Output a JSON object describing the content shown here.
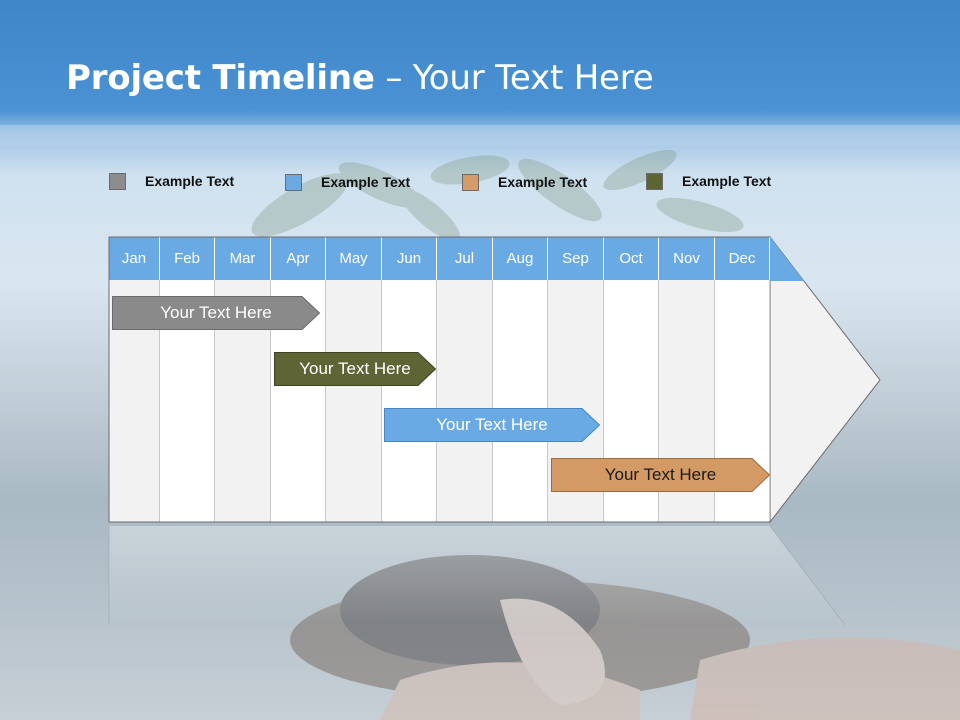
{
  "title": {
    "bold": "Project Timeline",
    "rest": " – Your Text Here"
  },
  "legend": [
    {
      "label": "Example Text",
      "color": "#8c8c8c"
    },
    {
      "label": "Example Text",
      "color": "#6aa9e1"
    },
    {
      "label": "Example Text",
      "color": "#d59b6a"
    },
    {
      "label": "Example Text",
      "color": "#5c6432"
    }
  ],
  "months": [
    "Jan",
    "Feb",
    "Mar",
    "Apr",
    "May",
    "Jun",
    "Jul",
    "Aug",
    "Sep",
    "Oct",
    "Nov",
    "Dec"
  ],
  "bars": [
    {
      "label": "Your  Text Here",
      "color": "#8a8a8a",
      "text_color": "#ffffff"
    },
    {
      "label": "Your  Text Here",
      "color": "#5f6434",
      "text_color": "#ffffff"
    },
    {
      "label": "Your  Text Here",
      "color": "#6aaae4",
      "text_color": "#ffffff"
    },
    {
      "label": "Your  Text Here",
      "color": "#d39a66",
      "text_color": "#1a1a1a"
    }
  ],
  "colors": {
    "header": "#6aaae4",
    "column_light": "#f2f2f2",
    "column_white": "#ffffff"
  }
}
